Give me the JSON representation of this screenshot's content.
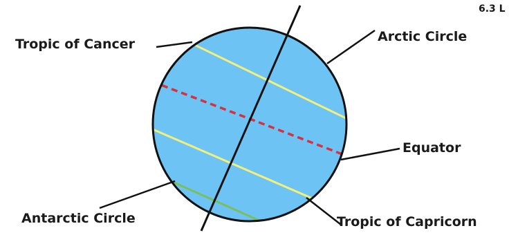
{
  "corner_heading": "6.3 L",
  "labels": {
    "tropic_of_cancer": "Tropic of Cancer",
    "arctic_circle": "Arctic Circle",
    "equator": "Equator",
    "antarctic_circle": "Antarctic Circle",
    "tropic_of_capricorn": "Tropic of Capricorn"
  },
  "colors": {
    "globe_fill": "#6ec3f5",
    "outline": "#111111",
    "tropic_lines": "#f2f07a",
    "polar_circles": "#7bbf5a",
    "equator": "#d6313f"
  }
}
